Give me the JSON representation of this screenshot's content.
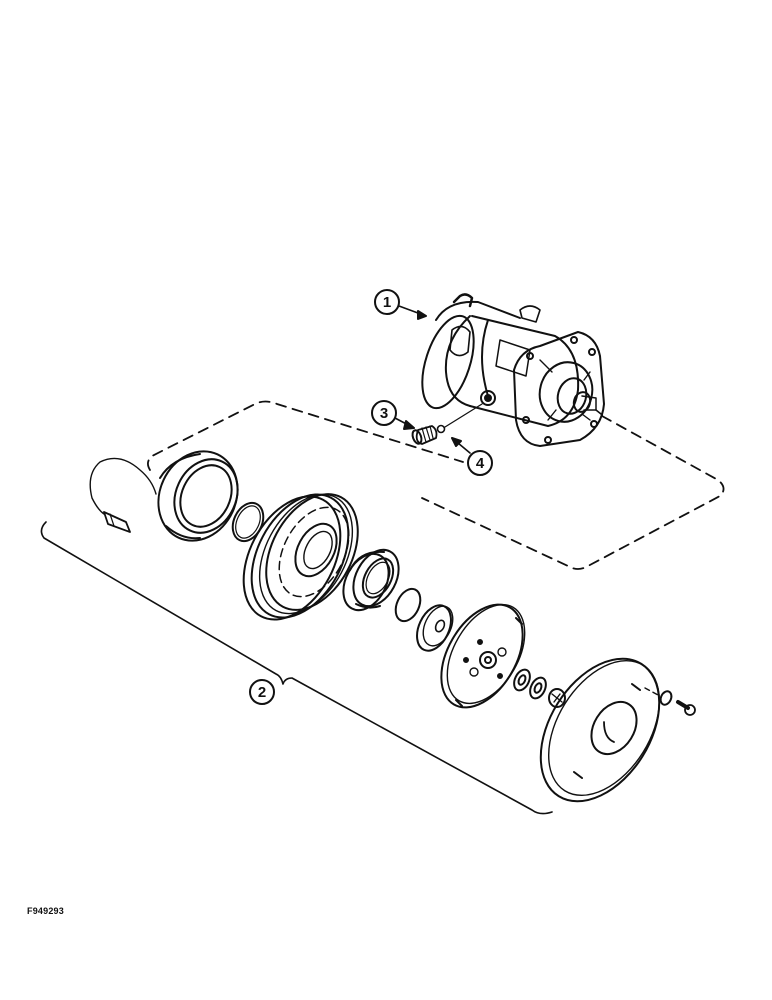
{
  "diagram": {
    "type": "exploded-parts-view",
    "figure_id": "F949293",
    "line_color": "#111111",
    "background": "#ffffff",
    "callouts": [
      {
        "number": "1",
        "target": "compressor"
      },
      {
        "number": "2",
        "target": "clutch-assembly"
      },
      {
        "number": "3",
        "target": "relief-valve-plug"
      },
      {
        "number": "4",
        "target": "o-ring"
      }
    ],
    "parts": [
      "compressor",
      "field-coil-with-lead",
      "snap-ring",
      "pulley",
      "bearing",
      "bearing-snap-ring",
      "dust-shield",
      "clutch-plate-hub",
      "shim-washer",
      "shim-washer",
      "hub-nut",
      "clutch-cover",
      "washer",
      "bolt"
    ]
  }
}
